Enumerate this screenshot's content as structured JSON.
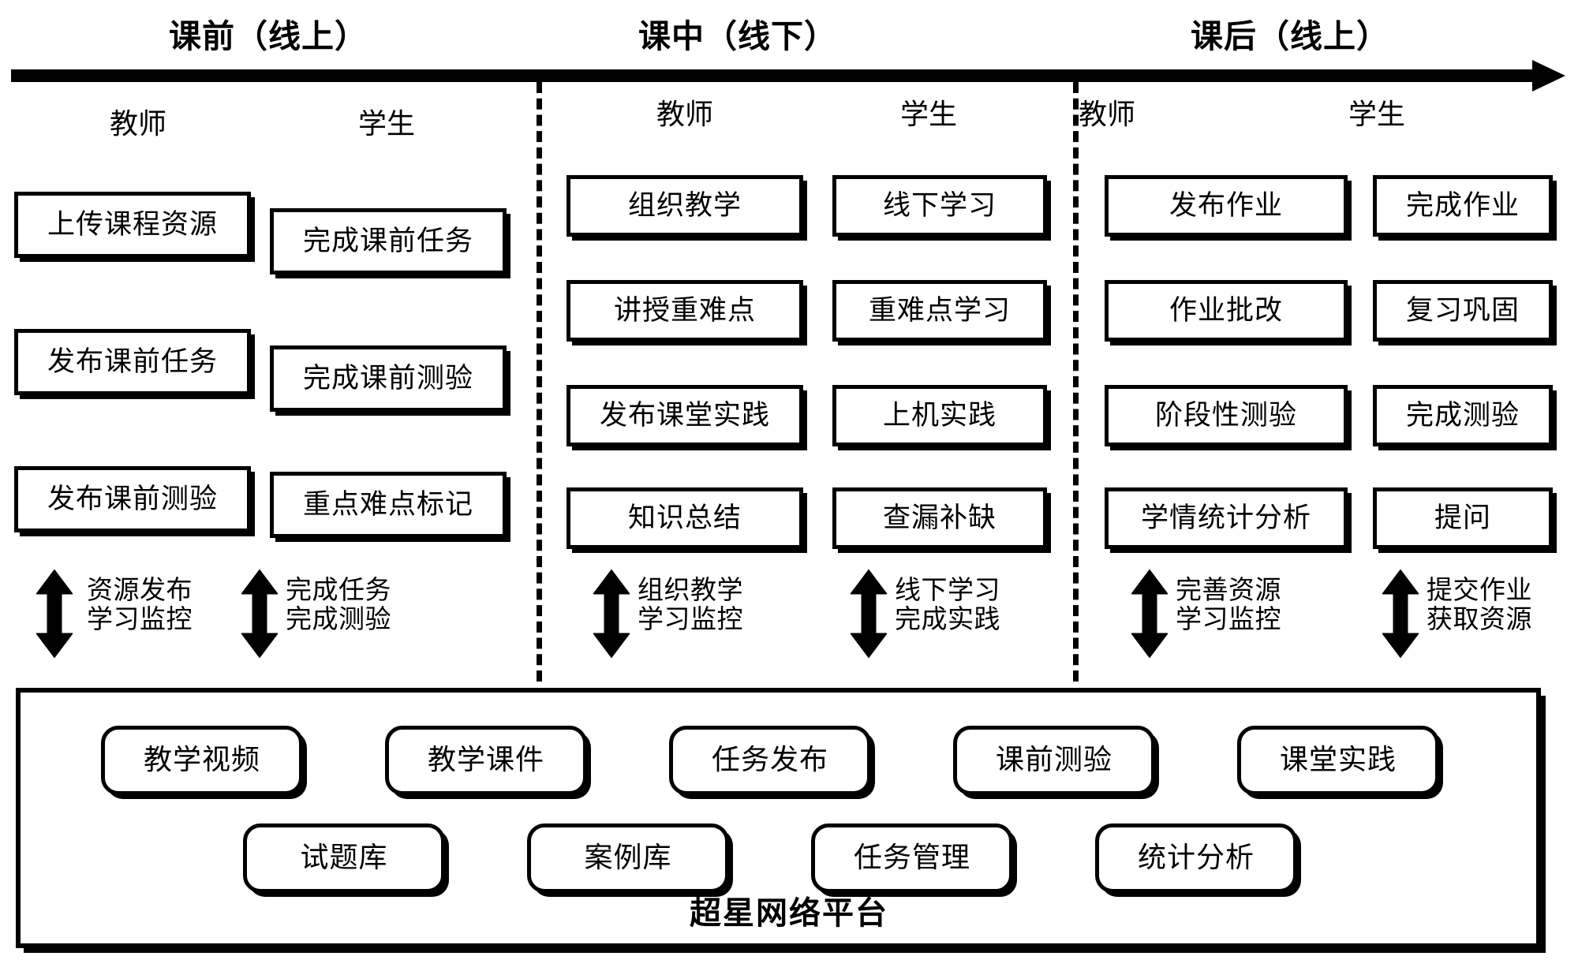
{
  "diagram": {
    "timeline": {
      "direction": "left-to-right",
      "arrow_color": "#000000"
    },
    "phases": [
      {
        "id": "pre",
        "title": "课前（线上）"
      },
      {
        "id": "in",
        "title": "课中（线下）"
      },
      {
        "id": "post",
        "title": "课后（线上）"
      }
    ],
    "columns": [
      {
        "phase": "pre",
        "role": "教师",
        "activities": [
          "上传课程资源",
          "发布课前任务",
          "发布课前测验"
        ],
        "flow_caption": [
          "资源发布",
          "学习监控"
        ]
      },
      {
        "phase": "pre",
        "role": "学生",
        "activities": [
          "完成课前任务",
          "完成课前测验",
          "重点难点标记"
        ],
        "flow_caption": [
          "完成任务",
          "完成测验"
        ]
      },
      {
        "phase": "in",
        "role": "教师",
        "activities": [
          "组织教学",
          "讲授重难点",
          "发布课堂实践",
          "知识总结"
        ],
        "flow_caption": [
          "组织教学",
          "学习监控"
        ]
      },
      {
        "phase": "in",
        "role": "学生",
        "activities": [
          "线下学习",
          "重难点学习",
          "上机实践",
          "查漏补缺"
        ],
        "flow_caption": [
          "线下学习",
          "完成实践"
        ]
      },
      {
        "phase": "post",
        "role": "教师",
        "activities": [
          "发布作业",
          "作业批改",
          "阶段性测验",
          "学情统计分析"
        ],
        "flow_caption": [
          "完善资源",
          "学习监控"
        ]
      },
      {
        "phase": "post",
        "role": "学生",
        "activities": [
          "完成作业",
          "复习巩固",
          "完成测验",
          "提问"
        ],
        "flow_caption": [
          "提交作业",
          "获取资源"
        ]
      }
    ],
    "platform": {
      "name": "超星网络平台",
      "modules_row1": [
        "教学视频",
        "教学课件",
        "任务发布",
        "课前测验",
        "课堂实践"
      ],
      "modules_row2": [
        "试题库",
        "案例库",
        "任务管理",
        "统计分析"
      ]
    }
  }
}
